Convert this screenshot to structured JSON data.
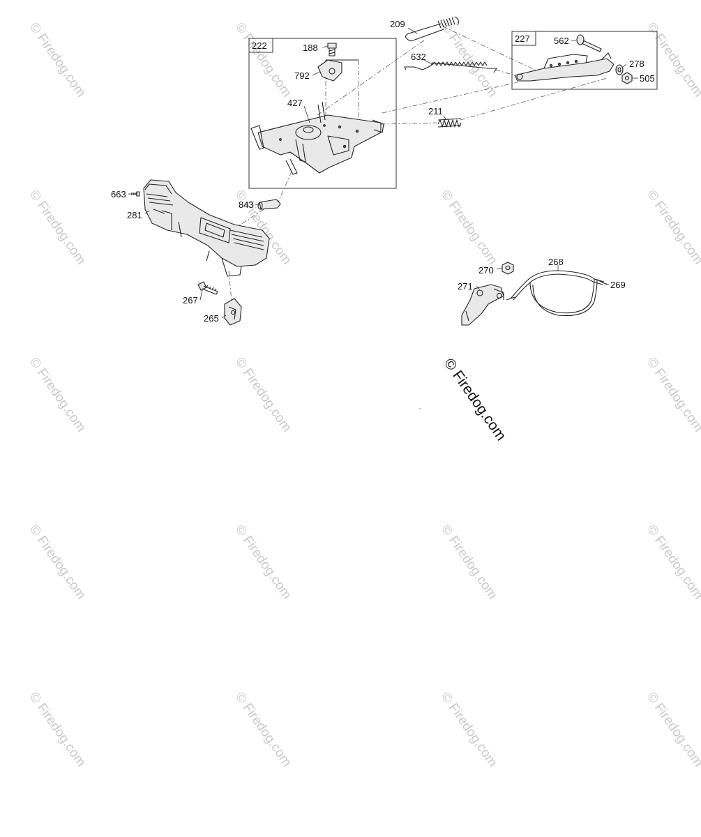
{
  "diagram": {
    "kit_boxes": [
      {
        "id": "kit-222",
        "label": "222"
      },
      {
        "id": "kit-227",
        "label": "227"
      }
    ],
    "callouts": [
      {
        "id": "209",
        "label": "209"
      },
      {
        "id": "188",
        "label": "188"
      },
      {
        "id": "792",
        "label": "792"
      },
      {
        "id": "427",
        "label": "427"
      },
      {
        "id": "632",
        "label": "632"
      },
      {
        "id": "211",
        "label": "211"
      },
      {
        "id": "562",
        "label": "562"
      },
      {
        "id": "278",
        "label": "278"
      },
      {
        "id": "505",
        "label": "505"
      },
      {
        "id": "663",
        "label": "663"
      },
      {
        "id": "281",
        "label": "281"
      },
      {
        "id": "843",
        "label": "843"
      },
      {
        "id": "267",
        "label": "267"
      },
      {
        "id": "265",
        "label": "265"
      },
      {
        "id": "270",
        "label": "270"
      },
      {
        "id": "268",
        "label": "268"
      },
      {
        "id": "271",
        "label": "271"
      },
      {
        "id": "269",
        "label": "269"
      }
    ],
    "watermark_text": "© Firedog.com",
    "main_watermark_text": "© Firedog.com"
  }
}
